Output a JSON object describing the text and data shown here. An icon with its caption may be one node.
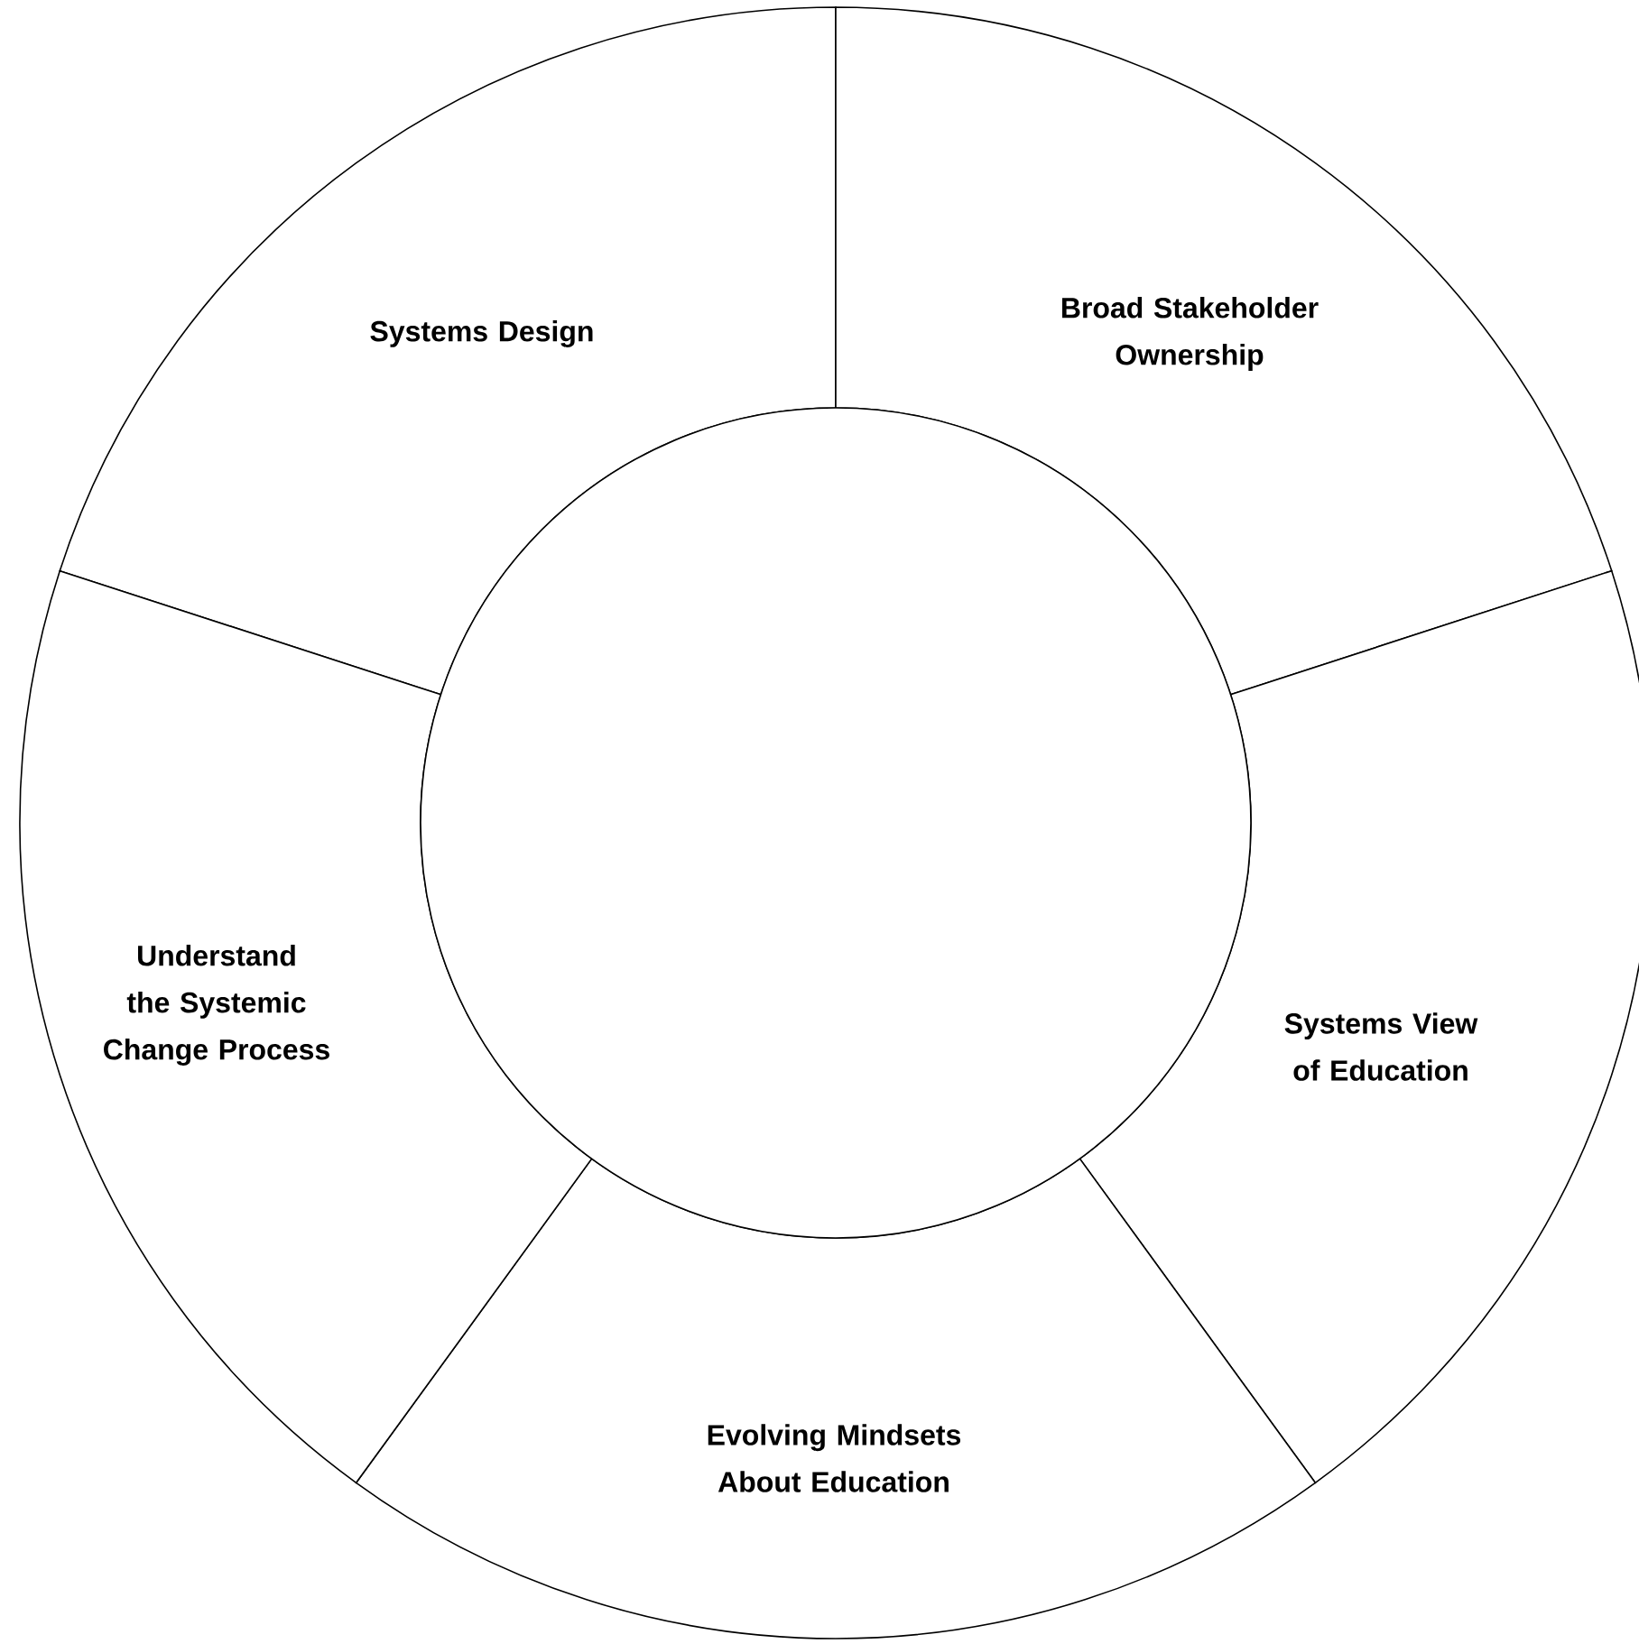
{
  "diagram": {
    "nodes": [
      {
        "text": [
          "Systems Design"
        ]
      },
      {
        "text": [
          "Broad Stakeholder Ownership"
        ]
      },
      {
        "text": [
          "Systems View of Education"
        ]
      },
      {
        "text": [
          "Evolving Mindsets About Education"
        ]
      },
      {
        "text": [
          "Understand the Systemic Change Process"
        ]
      },
      {
        "text": [],
        "shape": "circle"
      }
    ]
  }
}
